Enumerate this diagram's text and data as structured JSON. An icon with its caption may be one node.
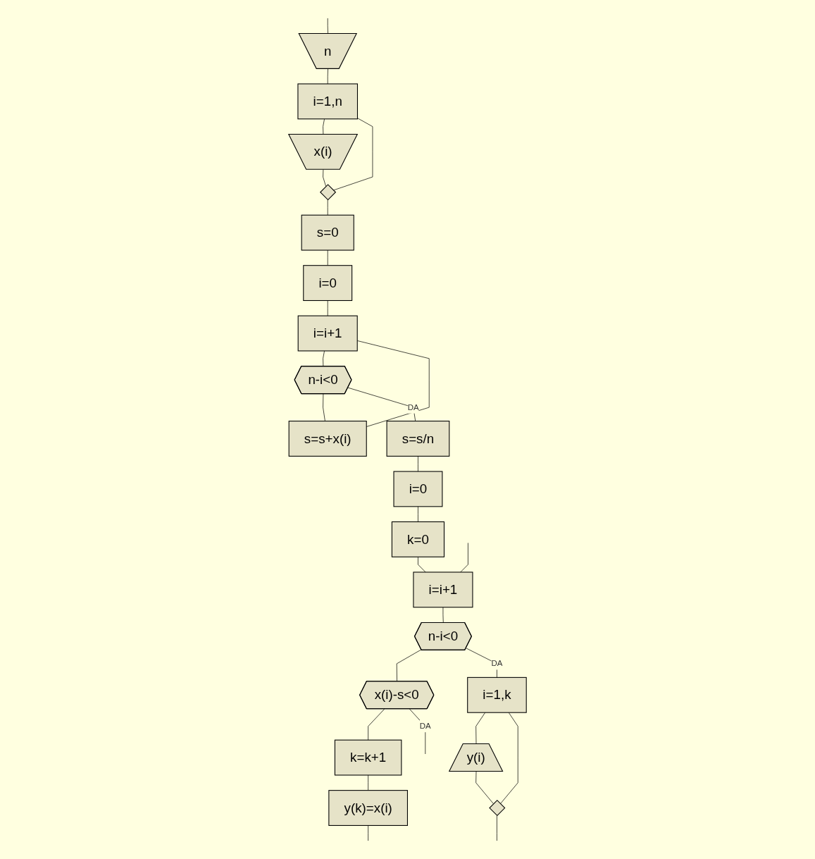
{
  "diagram": {
    "nodes": [
      {
        "text": [
          "n"
        ]
      },
      {
        "text": [
          "i=1,n"
        ]
      },
      {
        "text": [
          "x(i)"
        ]
      },
      {
        "text": [],
        "shape": "diamond"
      },
      {
        "text": [
          "s=0"
        ]
      },
      {
        "text": [
          "i=0"
        ]
      },
      {
        "text": [
          "i=i+1"
        ]
      },
      {
        "text": [
          "n-i<0"
        ]
      },
      {
        "text": [
          "s=s+x(i)"
        ]
      },
      {
        "text": [
          "s=s/n"
        ]
      },
      {
        "text": [
          "i=0"
        ]
      },
      {
        "text": [
          "k=0"
        ]
      },
      {
        "text": [
          "i=i+1"
        ]
      },
      {
        "text": [
          "n-i<0"
        ]
      },
      {
        "text": [
          "x(i)-s<0"
        ]
      },
      {
        "text": [
          "k=k+1"
        ]
      },
      {
        "text": [
          "y(k)=x(i)"
        ]
      },
      {
        "text": [
          "i=1,k"
        ]
      },
      {
        "text": [
          "y(i)"
        ]
      },
      {
        "text": [],
        "shape": "diamond"
      }
    ],
    "edges": [
      {
        "from": null,
        "to": 0,
        "arrow": "none"
      },
      {
        "from": 0,
        "to": 1,
        "arrow": "none"
      },
      {
        "from": 1,
        "to": 2,
        "arrow": "none"
      },
      {
        "from": 2,
        "to": 3,
        "arrow": "none"
      },
      {
        "from": 1,
        "to": 3,
        "arrow": "none"
      },
      {
        "from": 3,
        "to": 4,
        "arrow": "none"
      },
      {
        "from": 4,
        "to": 5,
        "arrow": "none"
      },
      {
        "from": 5,
        "to": 6,
        "arrow": "none"
      },
      {
        "from": 6,
        "to": 7,
        "arrow": "none"
      },
      {
        "from": 7,
        "to": 8,
        "arrow": "none"
      },
      {
        "from": 8,
        "to": 6,
        "arrow": "none"
      },
      {
        "from": 7,
        "to": 9,
        "label": "DA",
        "arrow": "none"
      },
      {
        "from": 9,
        "to": 10,
        "arrow": "none"
      },
      {
        "from": 10,
        "to": 11,
        "arrow": "none"
      },
      {
        "from": 11,
        "to": 12,
        "arrow": "none"
      },
      {
        "from": 12,
        "to": 13,
        "arrow": "none"
      },
      {
        "from": 13,
        "to": 14,
        "arrow": "none"
      },
      {
        "from": 14,
        "to": 15,
        "arrow": "none"
      },
      {
        "from": 15,
        "to": 16,
        "arrow": "none"
      },
      {
        "from": 14,
        "to": null,
        "label": "DA",
        "arrow": "none"
      },
      {
        "from": 16,
        "to": null,
        "arrow": "none"
      },
      {
        "from": null,
        "to": 12,
        "arrow": "none"
      },
      {
        "from": 13,
        "to": 17,
        "label": "DA",
        "arrow": "none"
      },
      {
        "from": 17,
        "to": 18,
        "arrow": "none"
      },
      {
        "from": 18,
        "to": 19,
        "arrow": "none"
      },
      {
        "from": 17,
        "to": 19,
        "arrow": "none"
      },
      {
        "from": 19,
        "to": null,
        "arrow": "none"
      }
    ]
  }
}
